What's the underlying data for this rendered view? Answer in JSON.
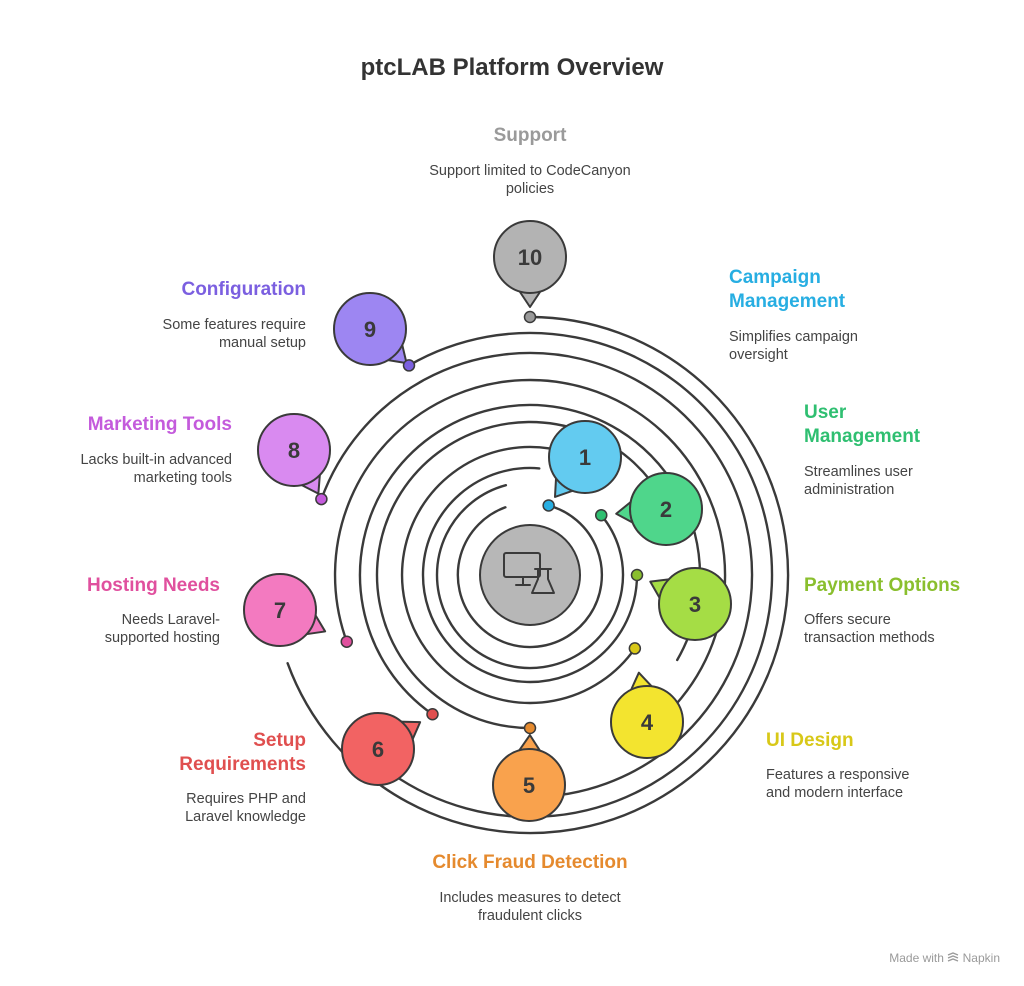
{
  "title": "ptcLAB Platform Overview",
  "center_icon": "computer-flask-icon",
  "footer": {
    "made_with": "Made with",
    "brand": "Napkin",
    "icon": "napkin-logo-icon"
  },
  "items": [
    {
      "number": "1",
      "label": "Campaign Management",
      "label_lines": [
        "Campaign",
        "Management"
      ],
      "desc_lines": [
        "Simplifies campaign",
        "oversight"
      ],
      "color": "#27aee2",
      "fill": "#63cbf0"
    },
    {
      "number": "2",
      "label": "User Management",
      "label_lines": [
        "User",
        "Management"
      ],
      "desc_lines": [
        "Streamlines user",
        "administration"
      ],
      "color": "#2fbf71",
      "fill": "#4fd68b"
    },
    {
      "number": "3",
      "label": "Payment Options",
      "label_lines": [
        "Payment Options"
      ],
      "desc_lines": [
        "Offers secure",
        "transaction methods"
      ],
      "color": "#8abf2e",
      "fill": "#a5dd45"
    },
    {
      "number": "4",
      "label": "UI Design",
      "label_lines": [
        "UI Design"
      ],
      "desc_lines": [
        "Features a responsive",
        "and modern interface"
      ],
      "color": "#d8c818",
      "fill": "#f3e42f"
    },
    {
      "number": "5",
      "label": "Click Fraud Detection",
      "label_lines": [
        "Click Fraud Detection"
      ],
      "desc_lines": [
        "Includes measures to detect",
        "fraudulent clicks"
      ],
      "color": "#e58a2e",
      "fill": "#f9a24d"
    },
    {
      "number": "6",
      "label": "Setup Requirements",
      "label_lines": [
        "Setup",
        "Requirements"
      ],
      "desc_lines": [
        "Requires PHP and",
        "Laravel knowledge"
      ],
      "color": "#e04f4f",
      "fill": "#f26363"
    },
    {
      "number": "7",
      "label": "Hosting Needs",
      "label_lines": [
        "Hosting Needs"
      ],
      "desc_lines": [
        "Needs Laravel-",
        "supported hosting"
      ],
      "color": "#e0509e",
      "fill": "#f37ac0"
    },
    {
      "number": "8",
      "label": "Marketing Tools",
      "label_lines": [
        "Marketing Tools"
      ],
      "desc_lines": [
        "Lacks built-in advanced",
        "marketing tools"
      ],
      "color": "#c45bdc",
      "fill": "#d98af0"
    },
    {
      "number": "9",
      "label": "Configuration",
      "label_lines": [
        "Configuration"
      ],
      "desc_lines": [
        "Some features require",
        "manual setup"
      ],
      "color": "#7b5fe0",
      "fill": "#9d86f2"
    },
    {
      "number": "10",
      "label": "Support",
      "label_lines": [
        "Support"
      ],
      "desc_lines": [
        "Support limited to CodeCanyon",
        "policies"
      ],
      "color": "#9a9a9a",
      "fill": "#b3b3b3"
    }
  ]
}
